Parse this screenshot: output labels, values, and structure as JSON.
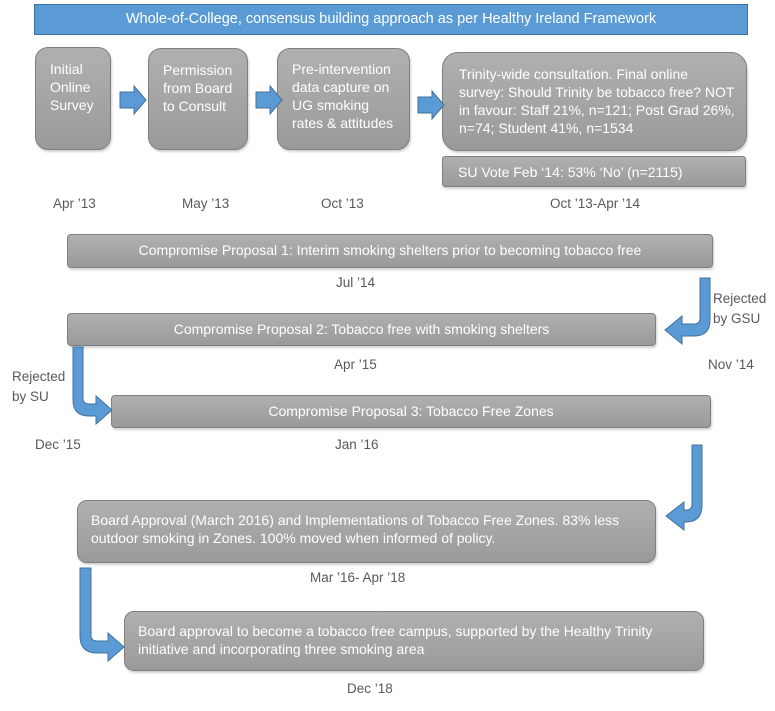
{
  "banner": "Whole-of-College, consensus building approach as per Healthy Ireland Framework",
  "steps": {
    "survey": "Initial Online Survey",
    "permission": "Permission from Board to Consult",
    "preintervention": "Pre-intervention data capture on UG smoking rates & attitudes",
    "consultation": "Trinity-wide consultation.  Final online survey: Should Trinity be tobacco free? NOT in favour: Staff 21%, n=121; Post Grad 26%, n=74; Student 41%, n=1534",
    "su_vote": "SU Vote Feb ‘14: 53% ‘No’ (n=2115)"
  },
  "dates": {
    "d1": "Apr ’13",
    "d2": "May ’13",
    "d3": "Oct ’13",
    "d4": "Oct ’13-Apr ’14",
    "p1": "Jul ’14",
    "nov14": "Nov ’14",
    "p2": "Apr ’15",
    "dec15": "Dec ’15",
    "p3": "Jan ’16",
    "board": "Mar ’16- Apr ’18",
    "final": "Dec ’18"
  },
  "proposals": {
    "p1": "Compromise Proposal 1: Interim smoking shelters prior to becoming tobacco free",
    "p2": "Compromise Proposal 2: Tobacco free with smoking shelters",
    "p3": "Compromise Proposal 3: Tobacco Free Zones"
  },
  "rejections": {
    "gsu": "Rejected by GSU",
    "su": "Rejected by SU"
  },
  "board_approval": "Board Approval (March 2016) and Implementations of Tobacco Free Zones.  83% less outdoor smoking in Zones.   100% moved when informed of policy.",
  "final_approval": "Board approval to become a tobacco free campus, supported by the Healthy Trinity initiative and incorporating three smoking area",
  "colors": {
    "banner_fill": "#5b9bd5",
    "box_fill": "#a6a6a6",
    "arrow_fill": "#5b9bd5",
    "date_text": "#595959"
  }
}
